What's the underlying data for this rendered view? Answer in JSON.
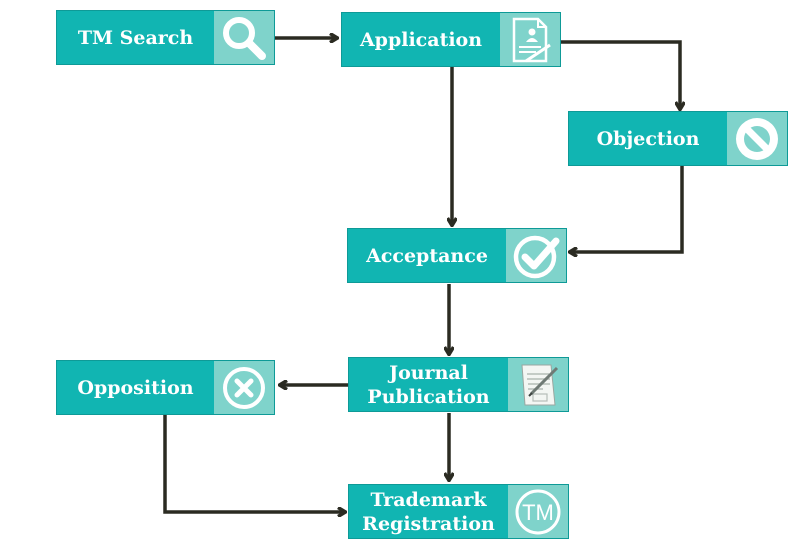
{
  "diagram": {
    "nodes": [
      {
        "id": "tm-search",
        "label": "TM Search",
        "icon": "magnifier-icon"
      },
      {
        "id": "application",
        "label": "Application",
        "icon": "application-form-icon"
      },
      {
        "id": "objection",
        "label": "Objection",
        "icon": "prohibited-icon"
      },
      {
        "id": "acceptance",
        "label": "Acceptance",
        "icon": "check-circle-icon"
      },
      {
        "id": "journal-publication",
        "label": "Journal\nPublication",
        "icon": "document-pen-icon"
      },
      {
        "id": "opposition",
        "label": "Opposition",
        "icon": "x-circle-icon"
      },
      {
        "id": "trademark-registration",
        "label": "Trademark\nRegistration",
        "icon": "tm-symbol-icon"
      }
    ],
    "edges": [
      {
        "from": "tm-search",
        "to": "application"
      },
      {
        "from": "application",
        "to": "objection"
      },
      {
        "from": "application",
        "to": "acceptance"
      },
      {
        "from": "objection",
        "to": "acceptance"
      },
      {
        "from": "acceptance",
        "to": "journal-publication"
      },
      {
        "from": "journal-publication",
        "to": "opposition"
      },
      {
        "from": "journal-publication",
        "to": "trademark-registration"
      },
      {
        "from": "opposition",
        "to": "trademark-registration"
      }
    ],
    "icon_text": {
      "tm": "TM"
    },
    "colors": {
      "node": "#11b5b2",
      "icon_panel": "#7fd3cb",
      "arrow": "#2b2b22"
    }
  }
}
